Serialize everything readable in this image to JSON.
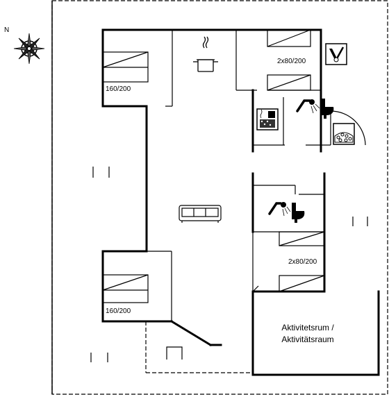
{
  "compass": {
    "north_label": "N",
    "icon": "compass-rose-icon"
  },
  "rooms": {
    "bedroom_top_left": {
      "bed_label": "160/200"
    },
    "bedroom_top_right": {
      "bed_label": "2x80/200"
    },
    "bedroom_mid_right": {
      "bed_label": "2x80/200"
    },
    "bedroom_bottom_left": {
      "bed_label": "160/200"
    },
    "activity_room": {
      "label_line1": "Aktivitetsrum /",
      "label_line2": "Aktivitätsraum"
    }
  },
  "icons": {
    "kitchen": "cooking-pot-icon",
    "sofa": "sofa-icon",
    "sauna": "sauna-icon",
    "dishwasher": "dishwasher-icon",
    "shower": "shower-icon",
    "toilet": "toilet-icon",
    "whirlpool": "whirlpool-icon"
  },
  "colors": {
    "wall": "#000000",
    "background": "#ffffff"
  }
}
